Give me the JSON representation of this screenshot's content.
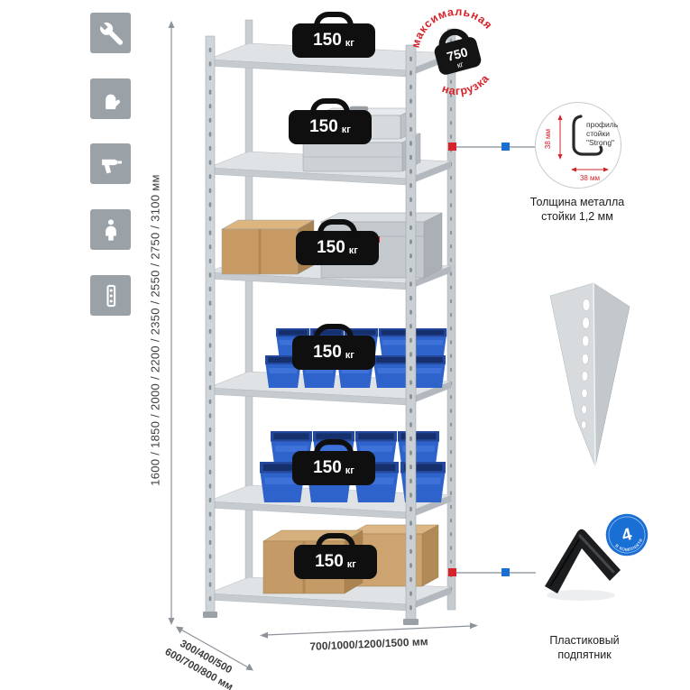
{
  "icons": [
    {
      "name": "wrench-icon"
    },
    {
      "name": "gloves-icon"
    },
    {
      "name": "drill-icon"
    },
    {
      "name": "person-icon"
    },
    {
      "name": "perforated-profile-icon"
    }
  ],
  "colors": {
    "accent_red": "#d6232a",
    "accent_blue": "#1a6fd4",
    "icon_gray": "#9aa1a7",
    "metal_gray": "#d0d4d7",
    "bin_blue": "#2f63cc"
  },
  "dimensions": {
    "height_label": "1600 / 1850 / 2000 / 2200 / 2350 / 2550 / 2750 / 3100 мм",
    "depth_label_line1": "300/400/500",
    "depth_label_line2": "600/700/800 мм",
    "width_label": "700/1000/1200/1500 мм"
  },
  "shelf_loads": [
    {
      "value": "150",
      "unit": "кг"
    },
    {
      "value": "150",
      "unit": "кг"
    },
    {
      "value": "150",
      "unit": "кг"
    },
    {
      "value": "150",
      "unit": "кг"
    },
    {
      "value": "150",
      "unit": "кг"
    },
    {
      "value": "150",
      "unit": "кг"
    }
  ],
  "stamp": {
    "arc_top": "максимальная",
    "arc_bottom": "нагрузка",
    "value": "750",
    "unit": "кг"
  },
  "profile_callout": {
    "line1": "профиль",
    "line2": "стойки",
    "line3": "\"Strong\"",
    "dim_left": "38 мм",
    "dim_bottom": "38 мм",
    "caption1": "Толщина металла",
    "caption2": "стойки 1,2 мм"
  },
  "foot_callout": {
    "badge_value": "4",
    "badge_arc": "в комплекте",
    "caption1": "Пластиковый",
    "caption2": "подпятник"
  }
}
